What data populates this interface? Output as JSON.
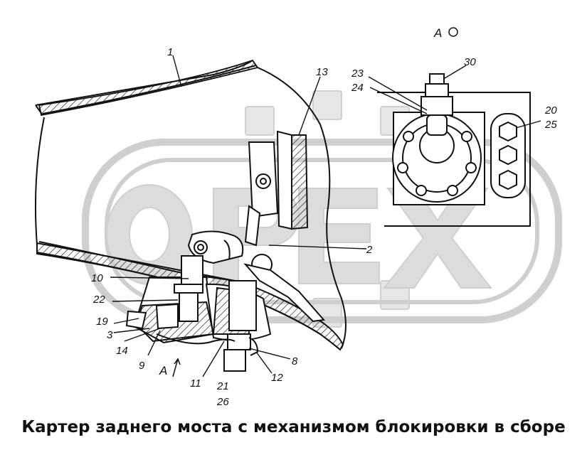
{
  "caption": "Картер заднего моста с механизмом блокировки в сборе",
  "view_label": "А",
  "view_marker": "А",
  "watermark_logo_text": "OPEX",
  "callouts": {
    "c1": "1",
    "c2": "2",
    "c3": "3",
    "c8": "8",
    "c9": "9",
    "c10": "10",
    "c11": "11",
    "c12": "12",
    "c13": "13",
    "c14": "14",
    "c19": "19",
    "c20": "20",
    "c21": "21",
    "c22": "22",
    "c23": "23",
    "c24": "24",
    "c25": "25",
    "c26": "26",
    "c30": "30"
  }
}
